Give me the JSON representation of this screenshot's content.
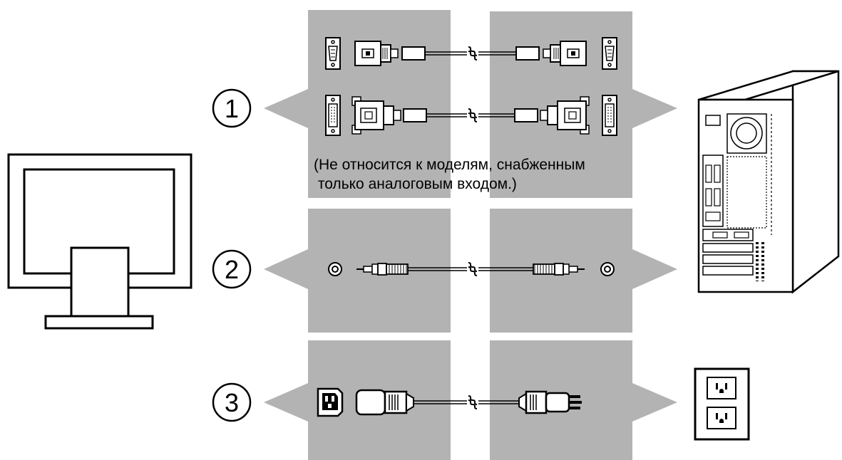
{
  "steps": [
    {
      "number": "1",
      "connector": "vga-dvi-signal-cable"
    },
    {
      "number": "2",
      "connector": "audio-cable"
    },
    {
      "number": "3",
      "connector": "power-cable"
    }
  ],
  "note": {
    "line1": "(Не относится к моделям, снабженным",
    "line2": " только аналоговым входом.)"
  },
  "colors": {
    "panel": "#b3b3b3",
    "stroke": "#000000",
    "background": "#ffffff"
  },
  "icons": {
    "monitor": "monitor-back-icon",
    "computer": "pc-tower-icon",
    "outlet": "wall-outlet-icon"
  }
}
